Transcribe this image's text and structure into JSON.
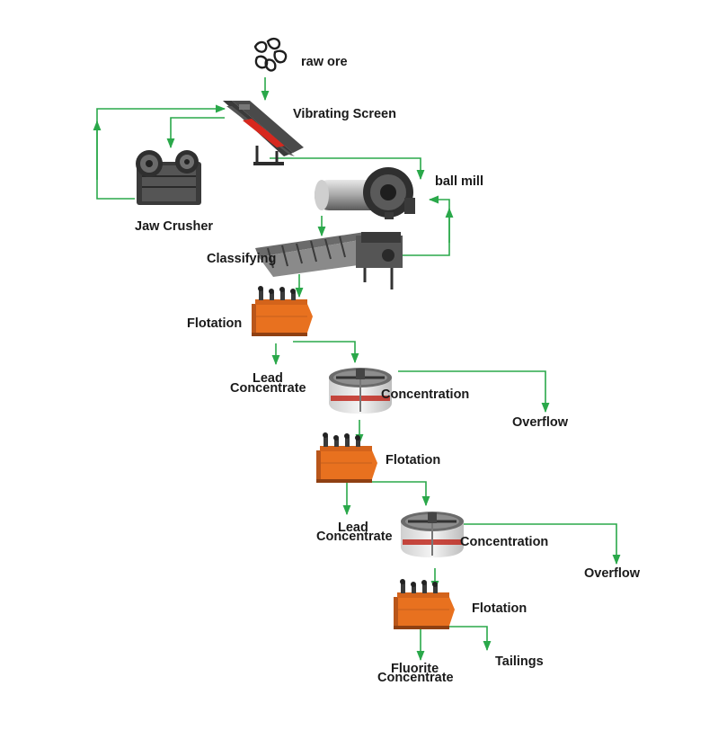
{
  "labels": {
    "raw_ore": "raw ore",
    "vibrating_screen": "Vibrating Screen",
    "ball_mill": "ball mill",
    "jaw_crusher": "Jaw Crusher",
    "classifying": "Classifying",
    "flotation_1": "Flotation",
    "lead_concentrate_1": [
      "Lead",
      "Concentrate"
    ],
    "concentration_1": "Concentration",
    "overflow_1": "Overflow",
    "flotation_2": "Flotation",
    "lead_concentrate_2": [
      "Lead",
      "Concentrate"
    ],
    "concentration_2": "Concentration",
    "overflow_2": "Overflow",
    "flotation_3": "Flotation",
    "fluorite_concentrate": [
      "Fluorite",
      "Concentrate"
    ],
    "tailings": "Tailings"
  },
  "colors": {
    "arrow": "#2aa84a",
    "flotation_orange": "#e8711f",
    "machine_dark": "#3a3a3a",
    "machine_grey": "#9a9a9a",
    "screen_red": "#d6281e",
    "label_text": "#1a1a1a"
  },
  "icons": [
    "ore-rocks-icon",
    "vibrating-screen-icon",
    "ball-mill-icon",
    "jaw-crusher-icon",
    "spiral-classifier-icon",
    "flotation-cell-icon",
    "thickener-icon"
  ]
}
